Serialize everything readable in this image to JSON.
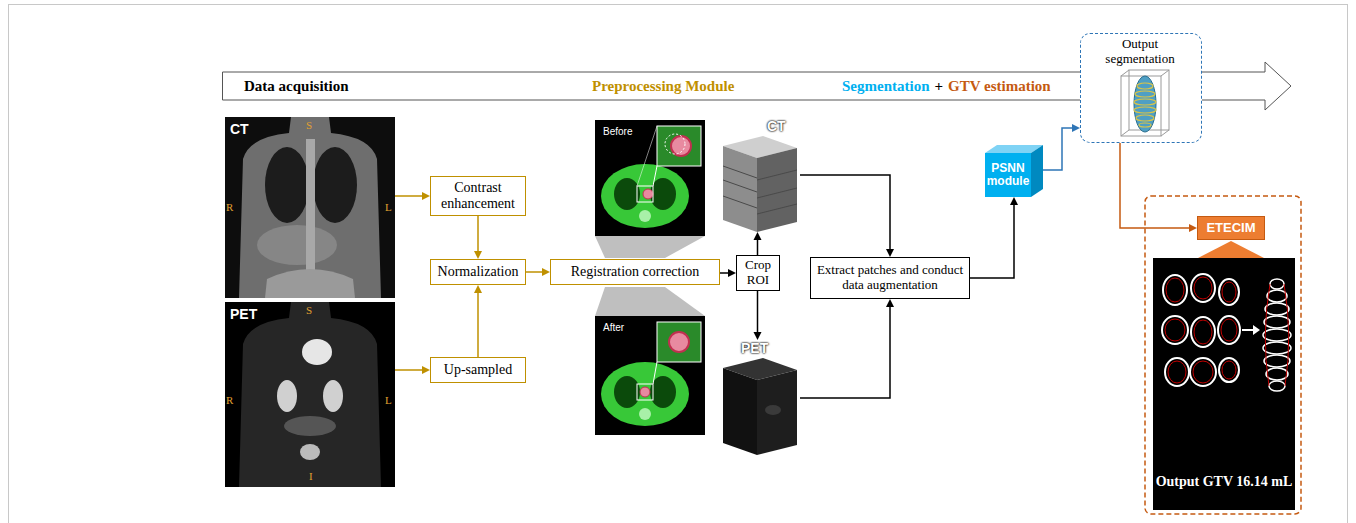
{
  "diagram": {
    "nodes": [
      {
        "text": [
          "Data acquisition",
          "Preprocessing Module",
          "Segmentation",
          "+",
          "GTV estimation"
        ]
      },
      {
        "text": [
          "CT",
          "S",
          "R",
          "L"
        ]
      },
      {
        "text": [
          "PET",
          "S",
          "R",
          "L",
          "I"
        ]
      },
      {
        "text": [
          "Contrast enhancement"
        ]
      },
      {
        "text": [
          "Normalization"
        ]
      },
      {
        "text": [
          "Up-sampled"
        ]
      },
      {
        "text": [
          "Registration correction"
        ]
      },
      {
        "text": [
          "Before"
        ]
      },
      {
        "text": [
          "After"
        ]
      },
      {
        "text": [
          "CT"
        ]
      },
      {
        "text": [
          "PET"
        ]
      },
      {
        "text": [
          "Crop ROI"
        ]
      },
      {
        "text": [
          "Extract patches and conduct data augmentation"
        ]
      },
      {
        "text": [
          "PSNN module"
        ]
      },
      {
        "text": [
          "Output segmentation"
        ]
      },
      {
        "text": [
          "ETECIM"
        ]
      },
      {
        "text": [
          "Output GTV 16.14 mL"
        ]
      }
    ],
    "edges": [
      {
        "from": 1,
        "to": 3,
        "arrow": "to"
      },
      {
        "from": 2,
        "to": 5,
        "arrow": "to"
      },
      {
        "from": 3,
        "to": 4,
        "arrow": "to"
      },
      {
        "from": 5,
        "to": 4,
        "arrow": "to"
      },
      {
        "from": 4,
        "to": 6,
        "arrow": "to"
      },
      {
        "from": 6,
        "to": 11,
        "arrow": "to"
      },
      {
        "from": 11,
        "to": 9,
        "arrow": "to"
      },
      {
        "from": 11,
        "to": 10,
        "arrow": "to"
      },
      {
        "from": 9,
        "to": 12,
        "arrow": "to"
      },
      {
        "from": 10,
        "to": 12,
        "arrow": "to"
      },
      {
        "from": 12,
        "to": 13,
        "arrow": "to"
      },
      {
        "from": 13,
        "to": 14,
        "arrow": "to"
      },
      {
        "from": 14,
        "to": 15,
        "arrow": "to"
      }
    ]
  }
}
